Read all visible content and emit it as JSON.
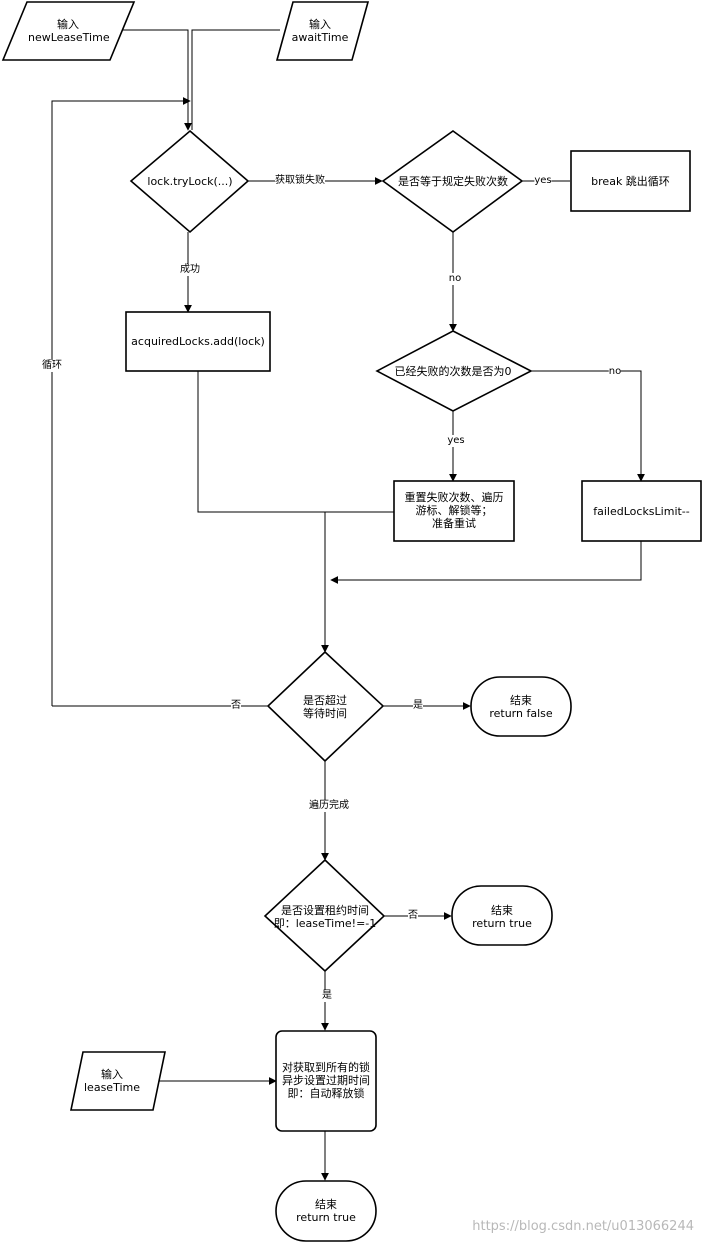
{
  "nodes": {
    "input_newLeaseTime": [
      "输入",
      "newLeaseTime"
    ],
    "input_awaitTime": [
      "输入",
      "awaitTime"
    ],
    "try_lock": [
      "lock.tryLock(...)"
    ],
    "equal_fail_count": [
      "是否等于规定失败次数"
    ],
    "break_loop": [
      "break 跳出循环"
    ],
    "acquired_add": [
      "acquiredLocks.add(lock)"
    ],
    "failed_zero": [
      "已经失败的次数是否为0"
    ],
    "reset_retry": [
      "重置失败次数、遍历",
      "游标、解锁等；",
      "准备重试"
    ],
    "failed_limit_dec": [
      "failedLocksLimit--"
    ],
    "over_wait_time": [
      "是否超过",
      "等待时间"
    ],
    "end_false": [
      "结束",
      "return false"
    ],
    "lease_time_set": [
      "是否设置租约时间",
      "即：leaseTime!=-1"
    ],
    "end_true_1": [
      "结束",
      "return true"
    ],
    "input_leaseTime": [
      "输入",
      "leaseTime"
    ],
    "async_expire": [
      "对获取到所有的锁",
      "异步设置过期时间",
      "即：自动释放锁"
    ],
    "end_true_2": [
      "结束",
      "return true"
    ]
  },
  "edges": {
    "acquire_fail": "获取锁失败",
    "yes_break": "yes",
    "success": "成功",
    "no_equal": "no",
    "no_zero": "no",
    "yes_zero": "yes",
    "loop": "循环",
    "no_over": "否",
    "yes_over": "是",
    "traversal_done": "遍历完成",
    "no_lease": "否",
    "yes_lease": "是"
  },
  "watermark": "https://blog.csdn.net/u013066244"
}
